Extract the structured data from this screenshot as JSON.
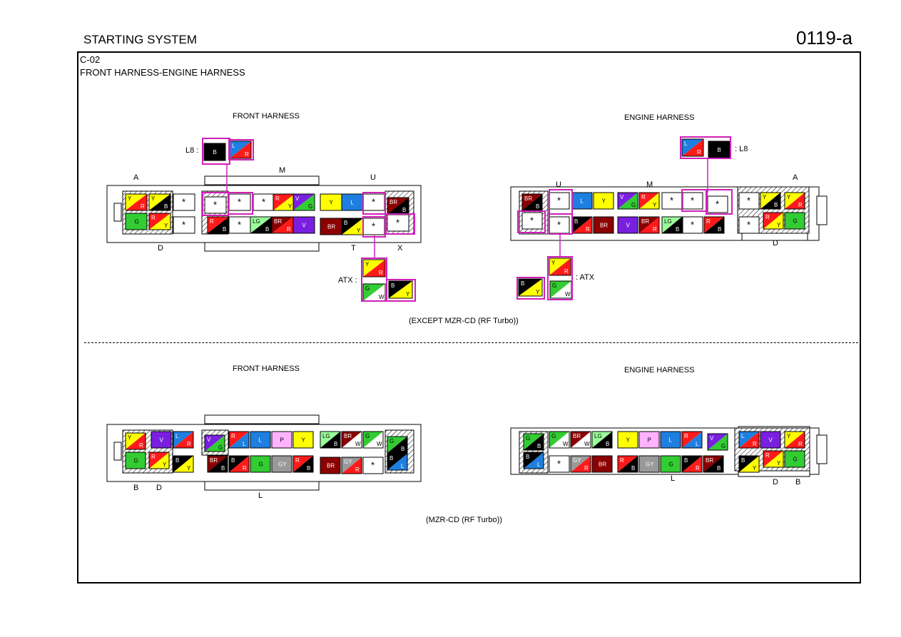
{
  "header": {
    "title": "STARTING SYSTEM",
    "code": "0119-a"
  },
  "connector": {
    "id": "C-02",
    "description": "FRONT HARNESS-ENGINE HARNESS"
  },
  "sections": [
    {
      "caption": "(EXCEPT MZR-CD (RF Turbo))",
      "left_title": "FRONT HARNESS",
      "right_title": "ENGINE HARNESS"
    },
    {
      "caption": "(MZR-CD (RF Turbo))",
      "left_title": "FRONT HARNESS",
      "right_title": "ENGINE HARNESS"
    }
  ],
  "labels": {
    "l8": "L8 :",
    "l8_right": ": L8",
    "atx": "ATX :",
    "atx_right": ": ATX",
    "A": "A",
    "M": "M",
    "U": "U",
    "D": "D",
    "T": "T",
    "X": "X",
    "B": "B",
    "L": "L"
  },
  "colors": {
    "B": "#000000",
    "BR": "#8b0000",
    "G": "#33cc33",
    "GY": "#999999",
    "L": "#1e7fe0",
    "LG": "#99ff99",
    "P": "#ffb3ff",
    "R": "#ff1a1a",
    "V": "#7a1fe0",
    "W": "#ffffff",
    "Y": "#ffff00",
    "highlight": "#d11fb8"
  }
}
